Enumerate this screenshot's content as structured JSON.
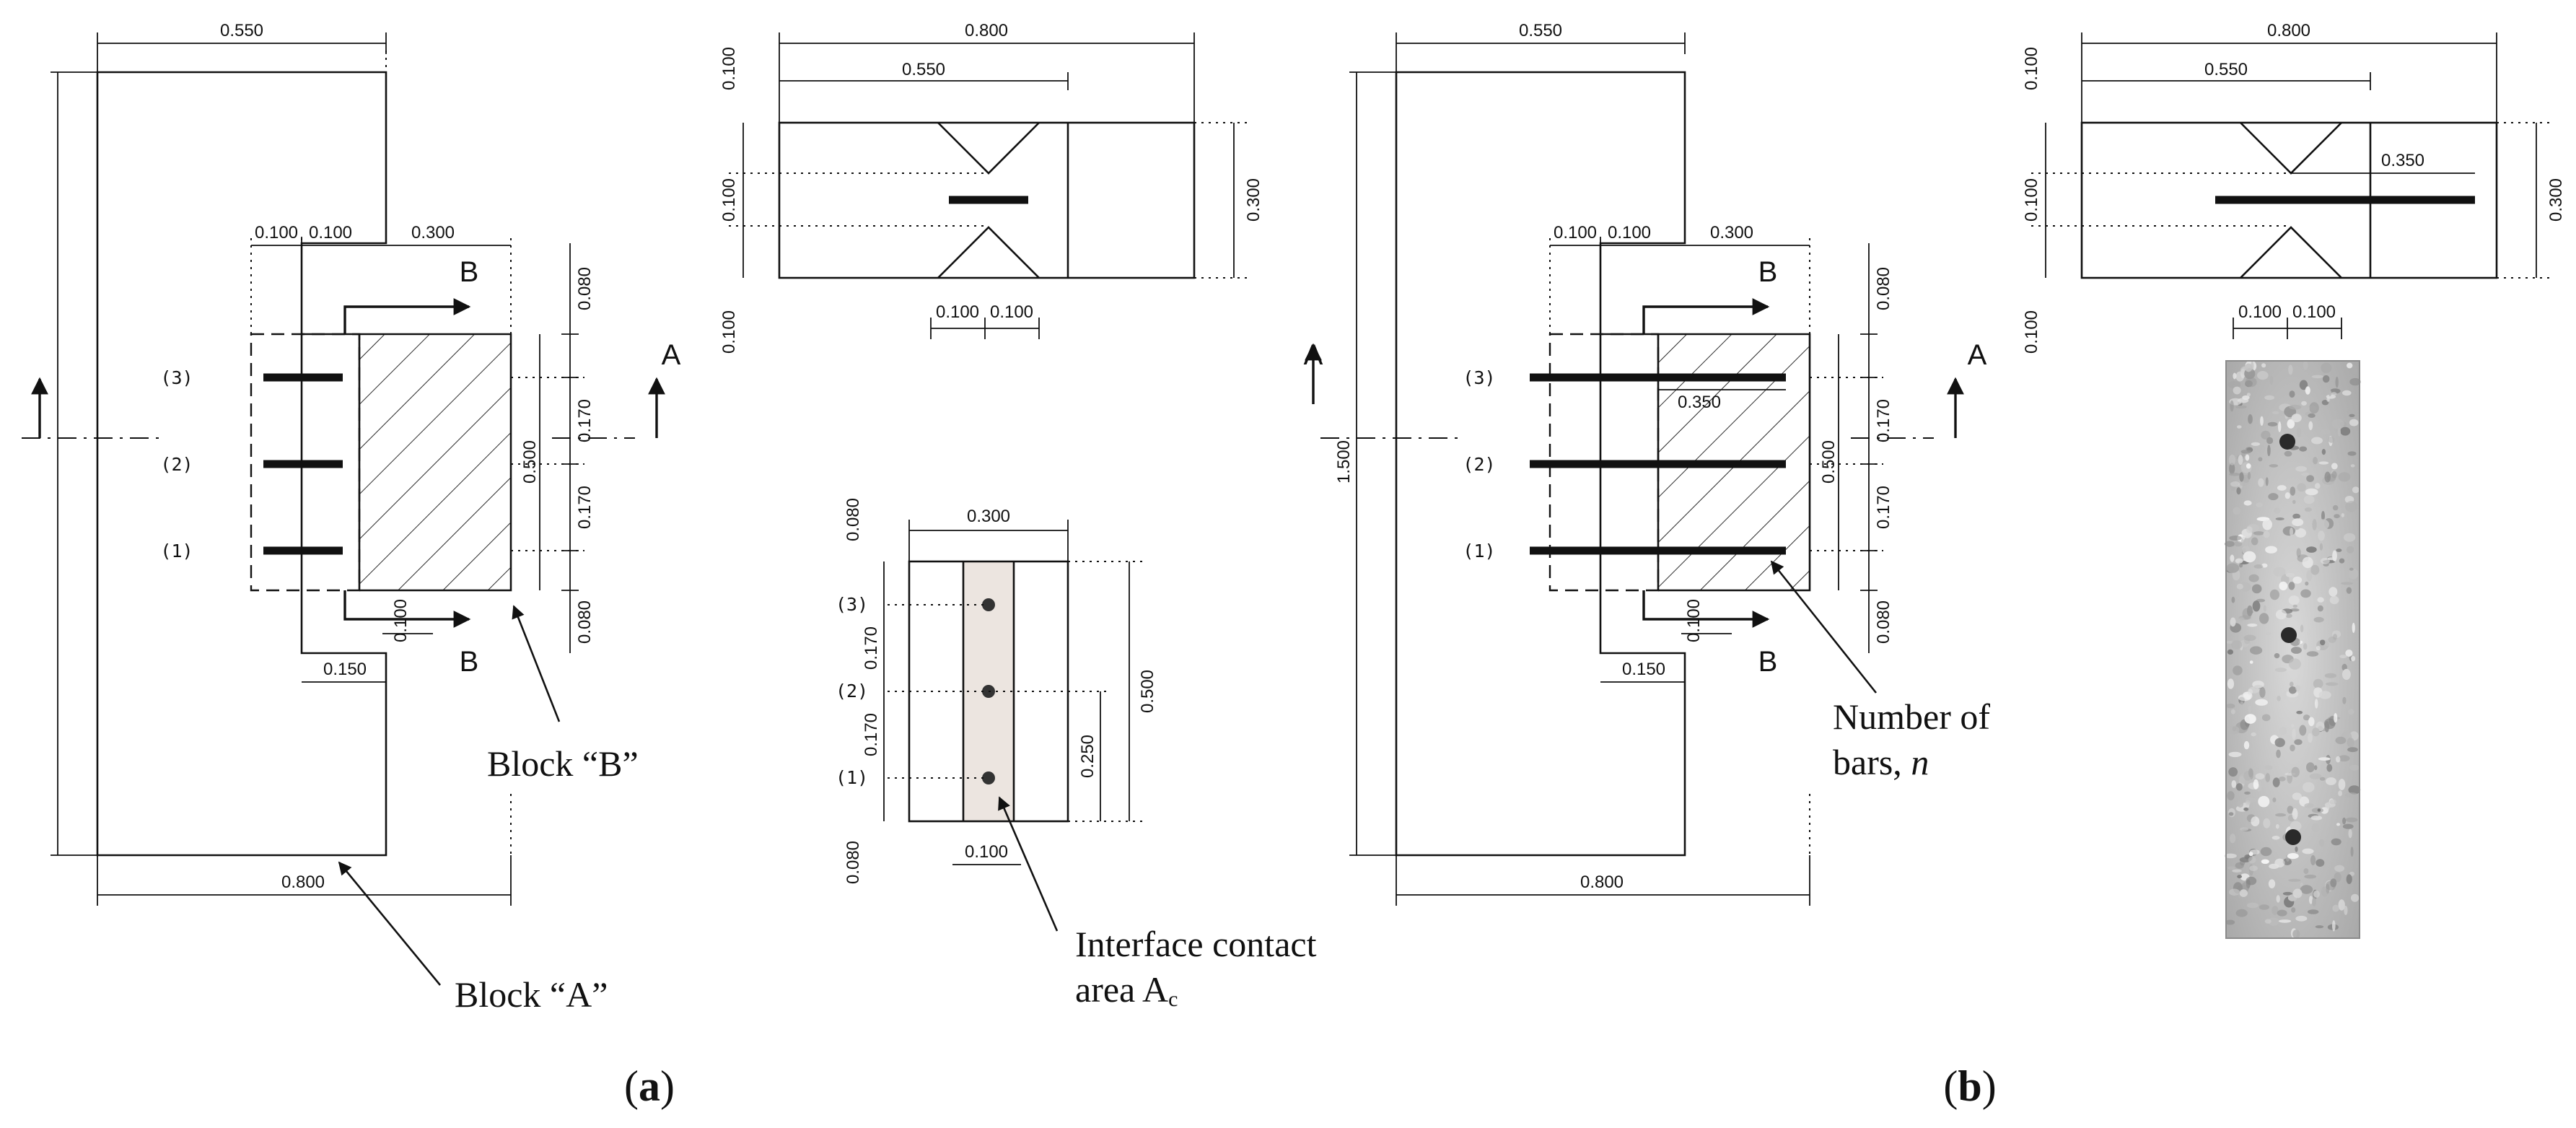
{
  "dims": {
    "d0550": "0.550",
    "d0800": "0.800",
    "d0100": "0.100",
    "d0300": "0.300",
    "d0150": "0.150",
    "d0080": "0.080",
    "d0170": "0.170",
    "d0500": "0.500",
    "d0350": "0.350",
    "d0250": "0.250",
    "d1500": "1.500"
  },
  "bars": {
    "b1": "(1)",
    "b2": "(2)",
    "b3": "(3)"
  },
  "sections": {
    "a": "A",
    "b": "B"
  },
  "callouts": {
    "block_b": "Block “B”",
    "block_a": "Block “A”",
    "interface_1": "Interface contact",
    "interface_2": "area A",
    "interface_sub": "c",
    "nbars_1": "Number of",
    "nbars_2": "bars, ",
    "nbars_n": "n"
  },
  "panels": {
    "a": "a",
    "b": "b",
    "open": "(",
    "close": ")"
  },
  "colors": {
    "line": "#111111",
    "contact_fill": "#ece5e0",
    "photo_base": "#bdbdbd"
  }
}
